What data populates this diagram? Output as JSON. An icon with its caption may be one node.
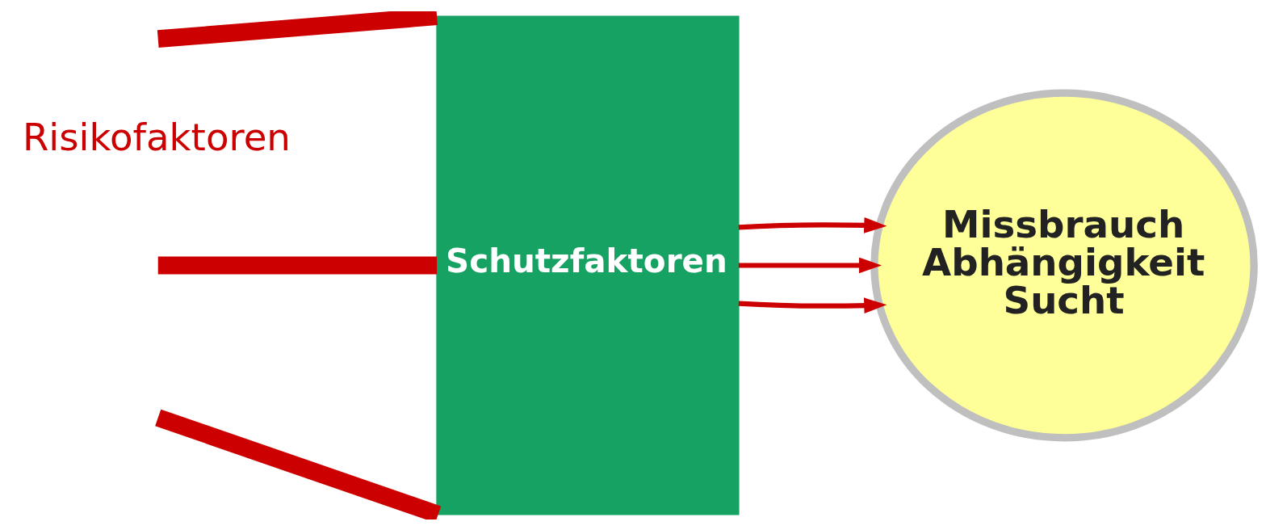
{
  "diagram": {
    "nodes": [
      {
        "text": [
          "Schutzfaktoren"
        ]
      },
      {
        "text": [
          "Missbrauch",
          "Abhängigkeit",
          "Sucht"
        ]
      }
    ],
    "edges": [
      {
        "from": null,
        "to": 0,
        "arrow": "none",
        "style": "thick"
      },
      {
        "from": null,
        "to": 0,
        "arrow": "none",
        "style": "thick"
      },
      {
        "from": null,
        "to": 0,
        "arrow": "none",
        "style": "thick"
      },
      {
        "from": 0,
        "to": 1,
        "arrow": "to"
      },
      {
        "from": 0,
        "to": 1,
        "arrow": "to"
      },
      {
        "from": 0,
        "to": 1,
        "arrow": "to"
      }
    ],
    "labels": [
      "Risikofaktoren"
    ]
  }
}
